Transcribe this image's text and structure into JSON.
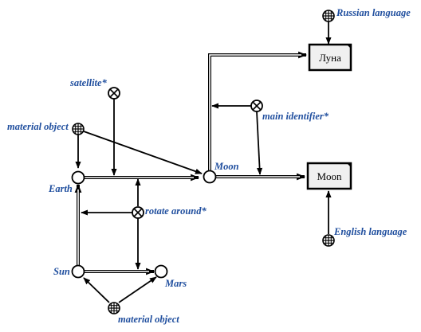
{
  "labels": {
    "russian_language": "Russian language",
    "satellite": "satellite*",
    "material_object_top": "material object",
    "main_identifier": "main identifier*",
    "moon_node": "Moon",
    "earth": "Earth",
    "rotate_around": "rotate around*",
    "english_language": "English language",
    "sun": "Sun",
    "mars": "Mars",
    "material_object_bottom": "material object"
  },
  "boxes": {
    "luna": "Луна",
    "moon": "Moon"
  },
  "colors": {
    "label": "#1f4e9e",
    "line": "#000000",
    "box_fill": "#f0f0f0",
    "node_fill": "#ffffff"
  },
  "icons": {
    "class_node": "globe-icon",
    "relation_node": "circled-x-icon",
    "element_node": "circle-node"
  }
}
